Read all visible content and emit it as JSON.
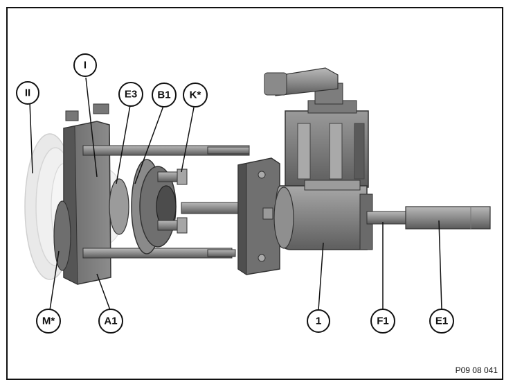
{
  "figure": {
    "figure_id": "P09 08 041",
    "callouts": [
      {
        "id": "II",
        "label": "II"
      },
      {
        "id": "I",
        "label": "I"
      },
      {
        "id": "E3",
        "label": "E3"
      },
      {
        "id": "B1",
        "label": "B1"
      },
      {
        "id": "K",
        "label": "K*"
      },
      {
        "id": "M",
        "label": "M*"
      },
      {
        "id": "A1",
        "label": "A1"
      },
      {
        "id": "1",
        "label": "1"
      },
      {
        "id": "F1",
        "label": "F1"
      },
      {
        "id": "E1",
        "label": "E1"
      }
    ]
  }
}
